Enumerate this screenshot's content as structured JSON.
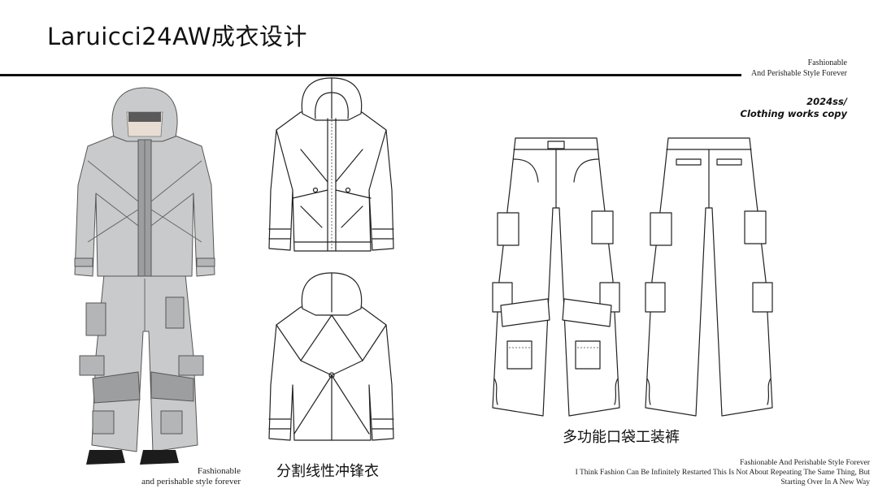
{
  "header": {
    "title": "Laruicci24AW成衣设计",
    "tagline_line1": "Fashionable",
    "tagline_line2": "And Perishable Style Forever"
  },
  "season": {
    "line1": "2024ss/",
    "line2": "Clothing works copy"
  },
  "captions": {
    "jacket": "分割线性冲锋衣",
    "pants": "多功能口袋工装裤"
  },
  "footer_left": {
    "line1": "Fashionable",
    "line2": "and perishable style forever"
  },
  "footer_right": {
    "line1": "Fashionable And Perishable Style Forever",
    "line2": "I Think Fashion Can Be Infinitely Restarted This Is Not About Repeating The Same Thing, But",
    "line3": "Starting Over In A New Way"
  }
}
